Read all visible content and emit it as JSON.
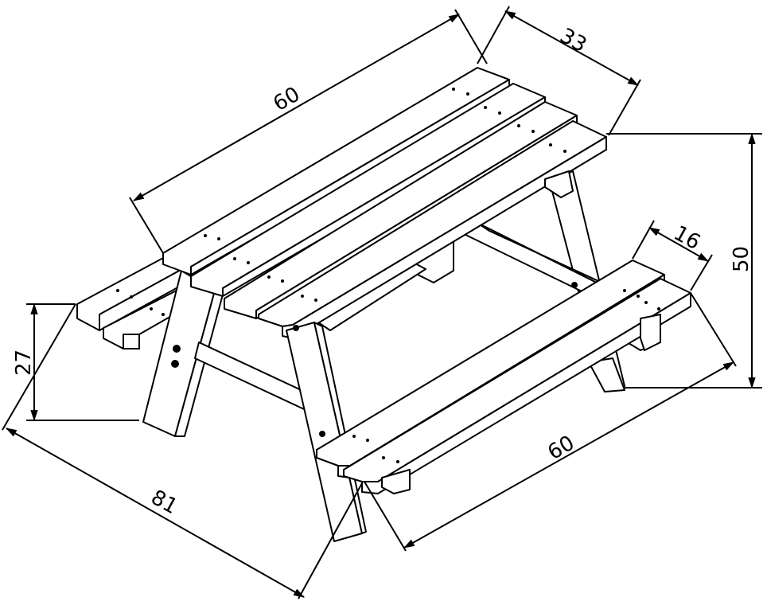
{
  "diagram": {
    "subject": "picnic table with attached benches",
    "style": "isometric line drawing with dimension annotations",
    "dimensions": {
      "table_length": "60",
      "table_width": "33",
      "table_height": "50",
      "bench_length": "60",
      "bench_width": "16",
      "bench_height": "27",
      "overall_depth": "81"
    },
    "colors": {
      "line": "#000000",
      "background": "#ffffff"
    }
  }
}
